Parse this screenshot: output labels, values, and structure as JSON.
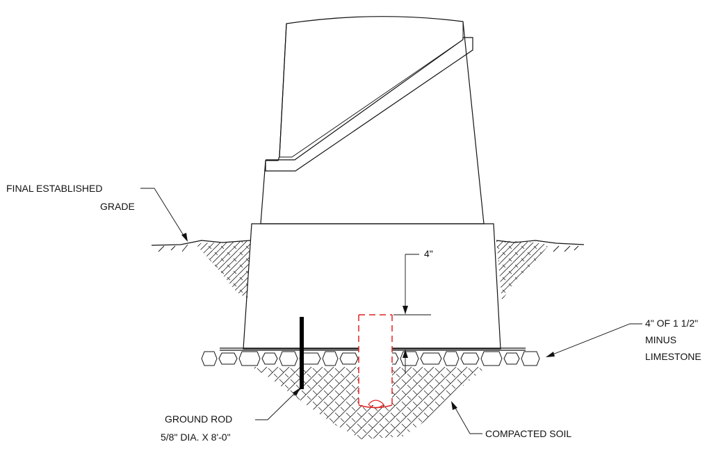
{
  "labels": {
    "final_grade": [
      "FINAL ESTABLISHED",
      "GRADE"
    ],
    "dimension_4in": "4\"",
    "limestone": [
      "4\" OF 1 1/2\"",
      "MINUS",
      "LIMESTONE"
    ],
    "ground_rod": [
      "GROUND ROD",
      "5/8\" DIA. X 8'-0\""
    ],
    "compacted_soil": "COMPACTED SOIL"
  },
  "colors": {
    "line": "#111111",
    "conduit": "#e02020",
    "rod": "#000000"
  }
}
